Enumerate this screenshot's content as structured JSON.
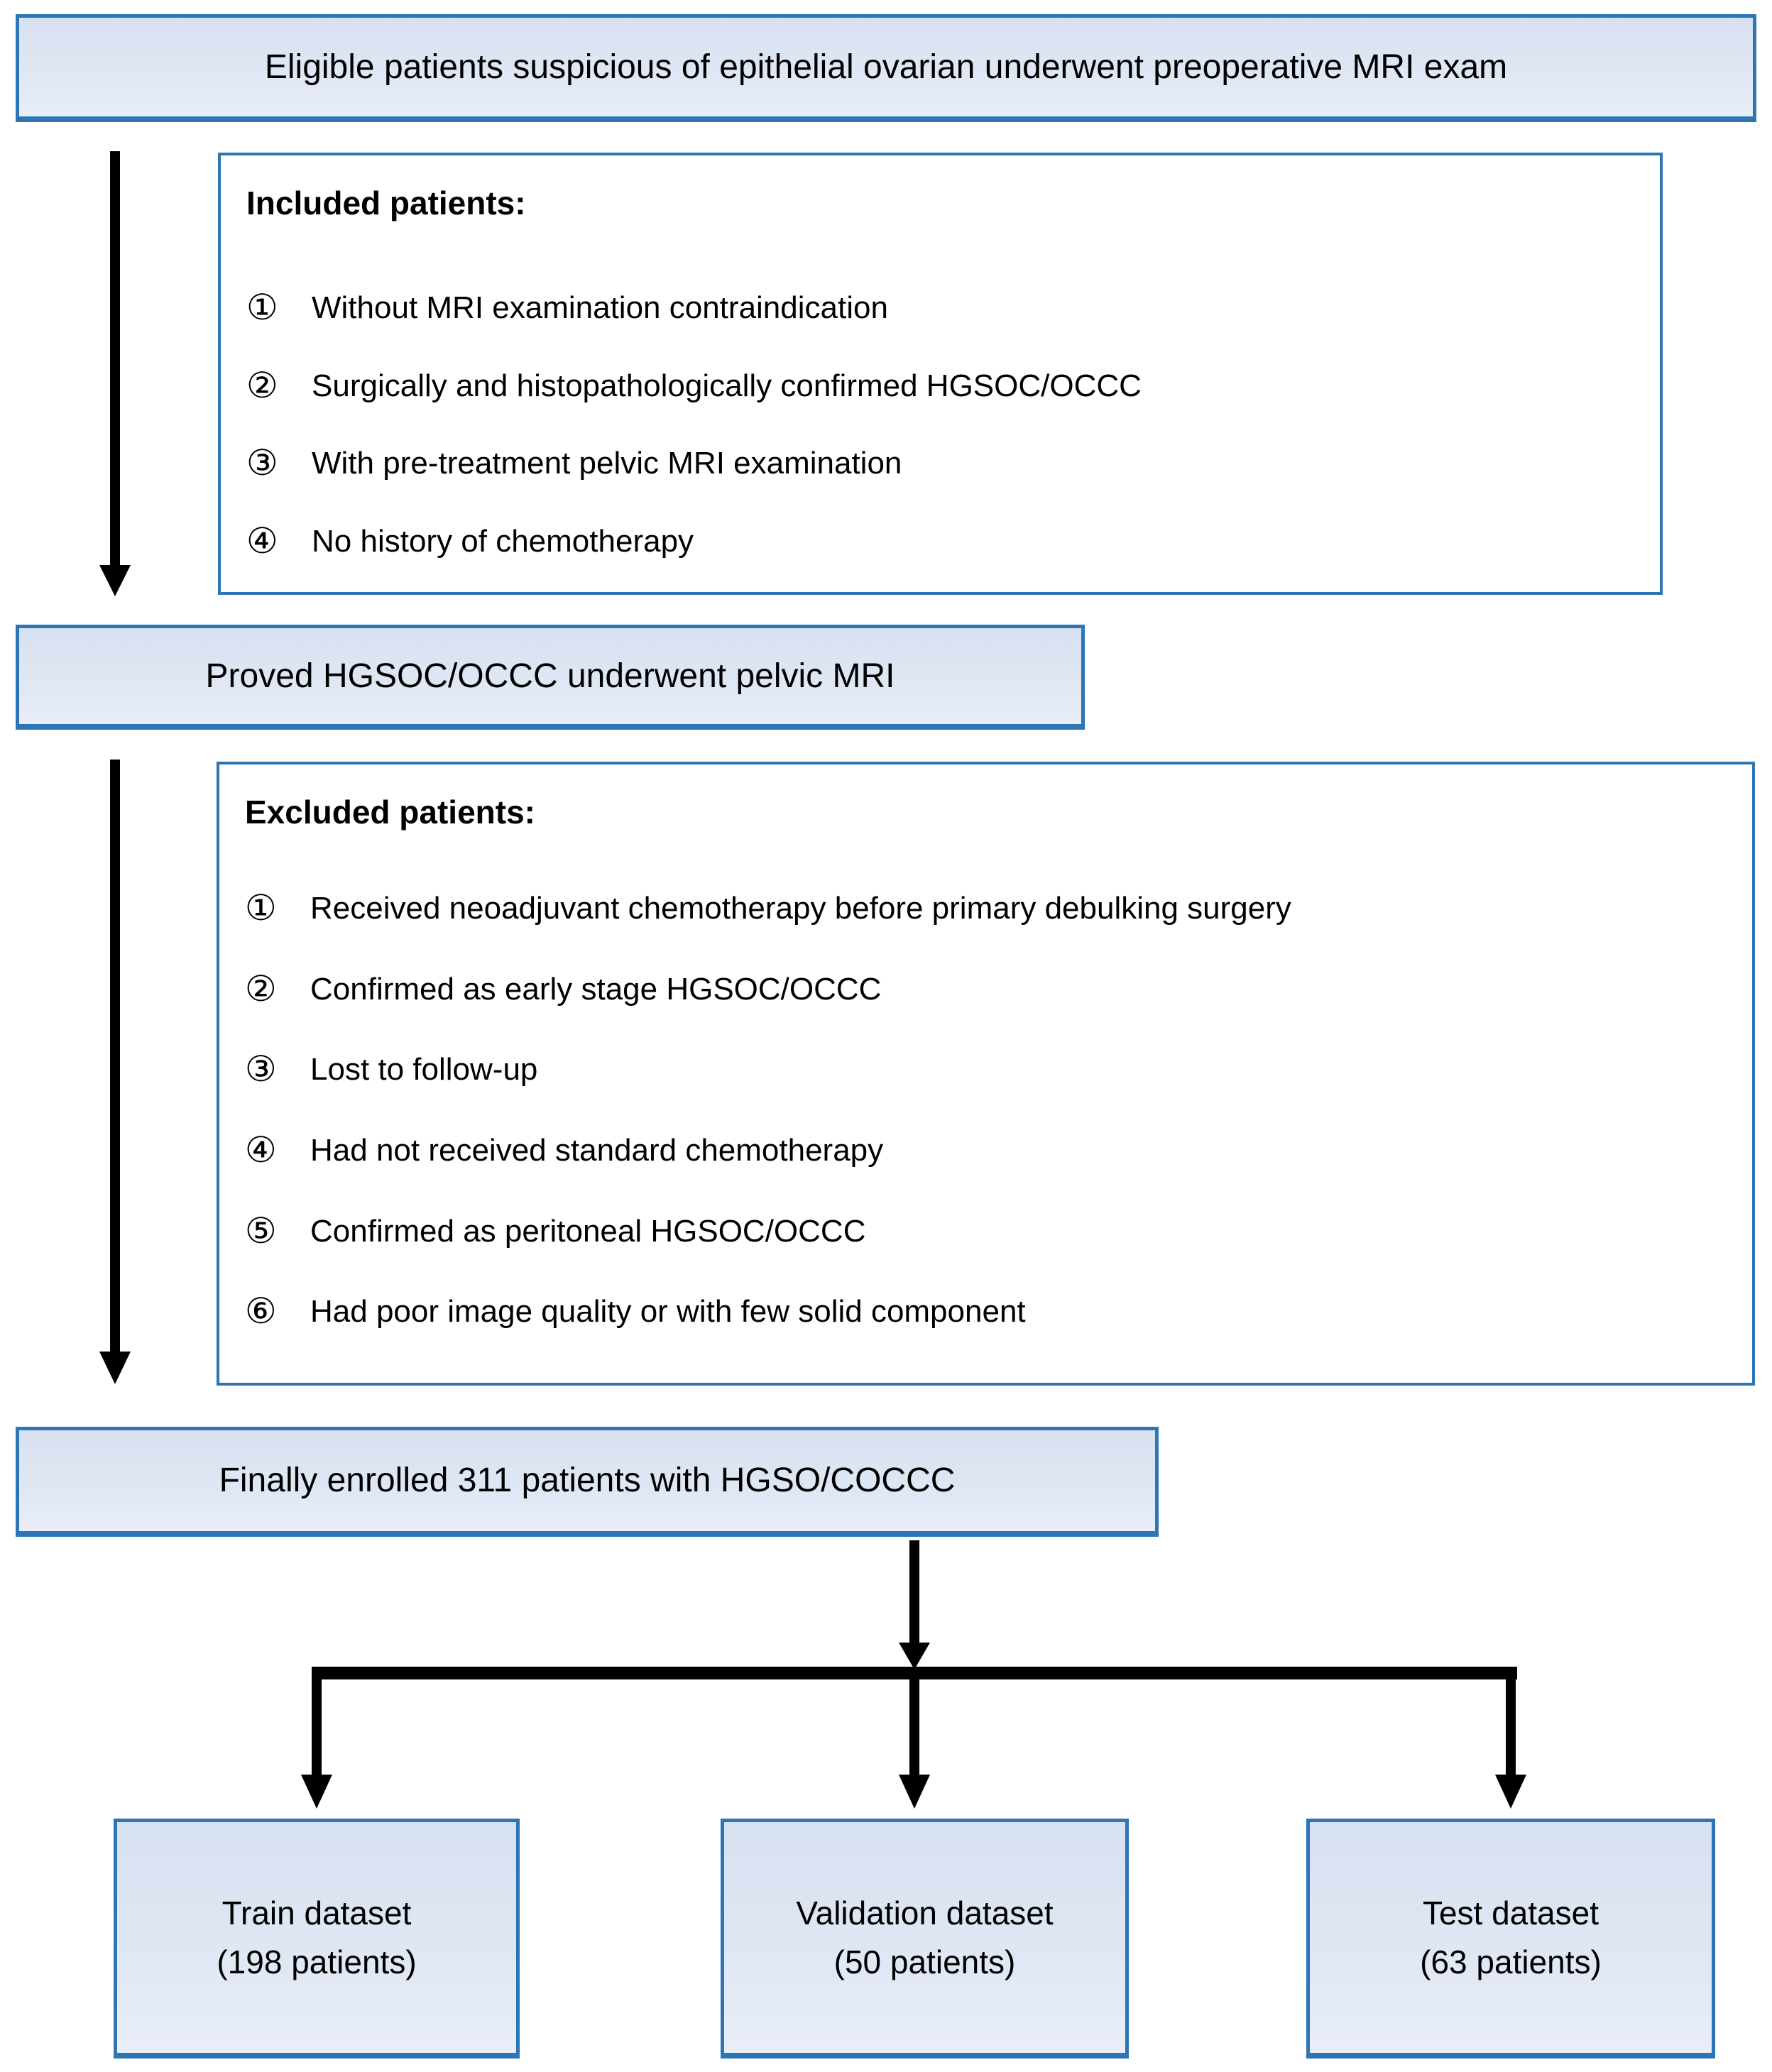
{
  "flowchart": {
    "top_box": "Eligible patients suspicious of epithelial ovarian underwent preoperative MRI exam",
    "included": {
      "title": "Included patients:",
      "items": [
        {
          "num": "①",
          "text": "Without MRI examination contraindication"
        },
        {
          "num": "②",
          "text": "Surgically and histopathologically confirmed HGSOC/OCCC"
        },
        {
          "num": "③",
          "text": "With pre-treatment pelvic MRI examination"
        },
        {
          "num": "④",
          "text": "No history of chemotherapy"
        }
      ]
    },
    "proved_box": "Proved HGSOC/OCCC underwent pelvic MRI",
    "excluded": {
      "title": "Excluded patients:",
      "items": [
        {
          "num": "①",
          "text": "Received neoadjuvant chemotherapy before primary debulking surgery"
        },
        {
          "num": "②",
          "text": "Confirmed as early stage HGSOC/OCCC"
        },
        {
          "num": "③",
          "text": "Lost to follow-up"
        },
        {
          "num": "④",
          "text": "Had not received standard chemotherapy"
        },
        {
          "num": "⑤",
          "text": "Confirmed as peritoneal HGSOC/OCCC"
        },
        {
          "num": "⑥",
          "text": "Had poor image quality or with few solid component"
        }
      ]
    },
    "enrolled_box": "Finally enrolled 311 patients with HGSO/COCCC",
    "datasets": [
      {
        "name": "Train dataset",
        "count": "(198 patients)"
      },
      {
        "name": "Validation dataset",
        "count": "(50 patients)"
      },
      {
        "name": "Test dataset",
        "count": "(63 patients)"
      }
    ]
  },
  "colors": {
    "box_fill": "#dbe5f2",
    "box_border": "#2e75b6",
    "arrow": "#000000"
  }
}
